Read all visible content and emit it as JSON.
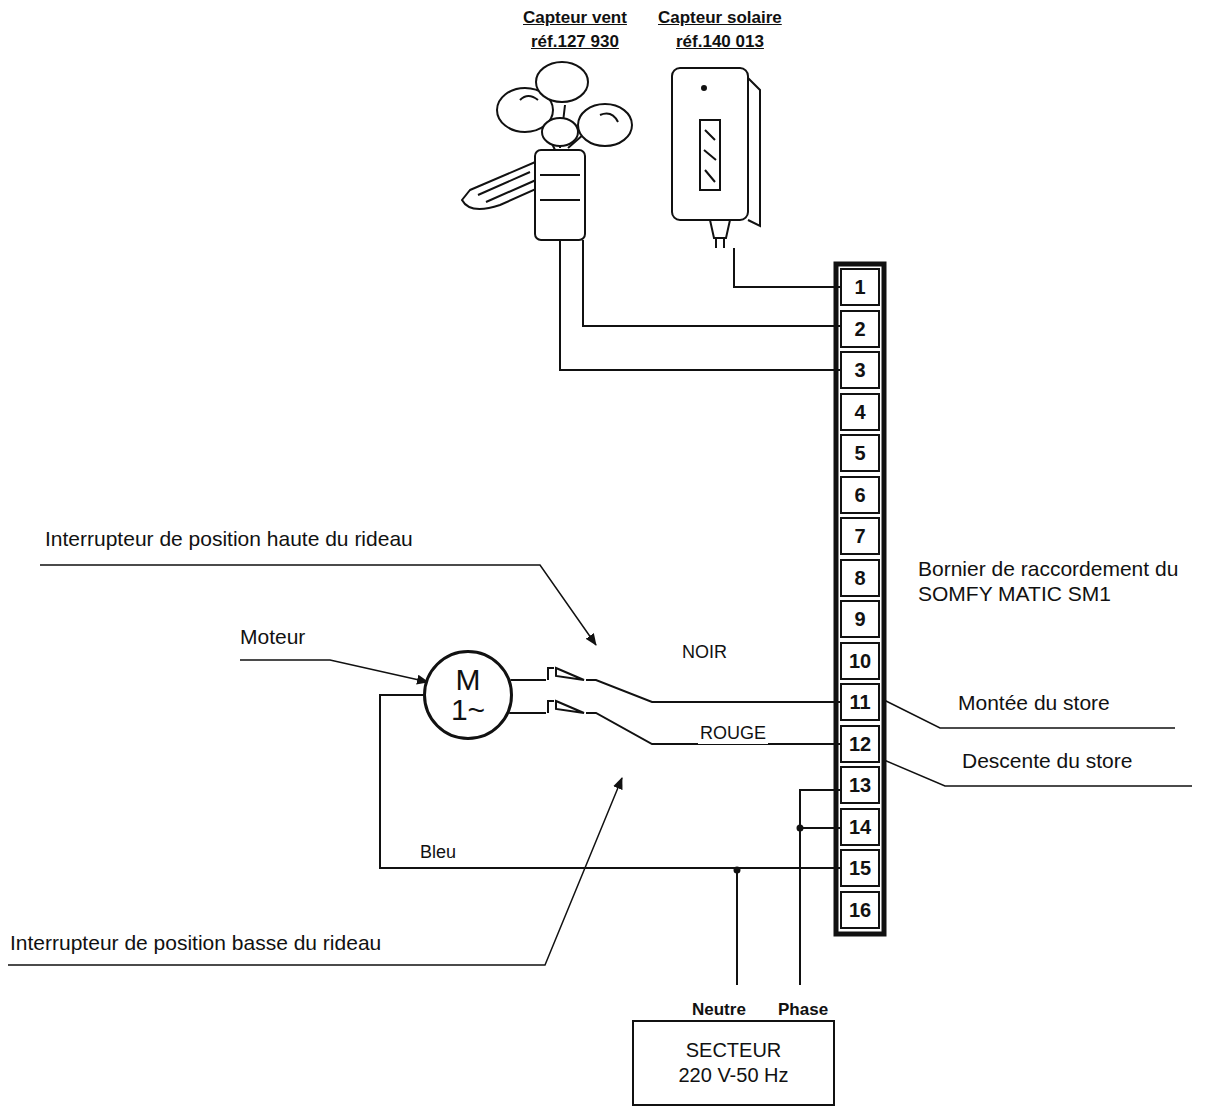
{
  "diagram": {
    "nodes": [
      {
        "text": [
          "1"
        ]
      },
      {
        "text": [
          "2"
        ]
      },
      {
        "text": [
          "3"
        ]
      },
      {
        "text": [
          "4"
        ]
      },
      {
        "text": [
          "5"
        ]
      },
      {
        "text": [
          "6"
        ]
      },
      {
        "text": [
          "7"
        ]
      },
      {
        "text": [
          "8"
        ]
      },
      {
        "text": [
          "9"
        ]
      },
      {
        "text": [
          "10"
        ]
      },
      {
        "text": [
          "11"
        ]
      },
      {
        "text": [
          "12"
        ]
      },
      {
        "text": [
          "13"
        ]
      },
      {
        "text": [
          "14"
        ]
      },
      {
        "text": [
          "15"
        ]
      },
      {
        "text": [
          "16"
        ]
      },
      {
        "text": [
          "M",
          "1~"
        ]
      },
      {
        "text": [
          "SECTEUR 220 V-50 Hz"
        ]
      }
    ],
    "edges": [
      {
        "from": 16,
        "to": 10,
        "arrow": "none",
        "label": "NOIR"
      },
      {
        "from": 16,
        "to": 11,
        "arrow": "none",
        "label": "ROUGE"
      },
      {
        "from": 16,
        "to": 14,
        "arrow": "none",
        "label": "Bleu"
      }
    ],
    "labels": [
      "Capteur vent",
      "réf.127 930",
      "Capteur solaire",
      "réf.140 013",
      "Interrupteur de position haute du rideau",
      "Moteur",
      "Interrupteur de position basse du rideau",
      "Bornier de raccordement du SOMFY MATIC SM1",
      "Montée du store",
      "Descente du store",
      "Neutre",
      "Phase"
    ]
  }
}
